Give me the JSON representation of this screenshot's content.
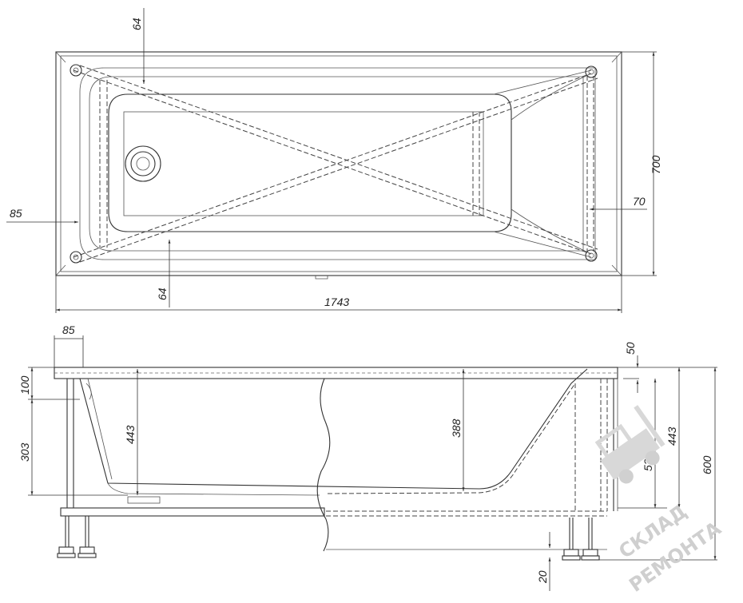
{
  "dimensions": {
    "top_diag_top": "64",
    "top_width": "700",
    "top_right_inset": "70",
    "top_left_inset": "85",
    "top_diag_bottom": "64",
    "top_length": "1743",
    "side_left_frame": "85",
    "side_rim_offset": "50",
    "side_rim_height": "100",
    "side_floor_height": "303",
    "side_depth_left": "443",
    "side_depth_mid": "388",
    "side_depth_right": "443",
    "side_leg_height": "530",
    "side_total_height": "600",
    "side_leg_foot": "20"
  },
  "watermark": {
    "line1": "СКЛАД",
    "line2": "РЕМОНТА"
  },
  "colors": {
    "line": "#333333",
    "watermark": "#cfcfcf"
  }
}
